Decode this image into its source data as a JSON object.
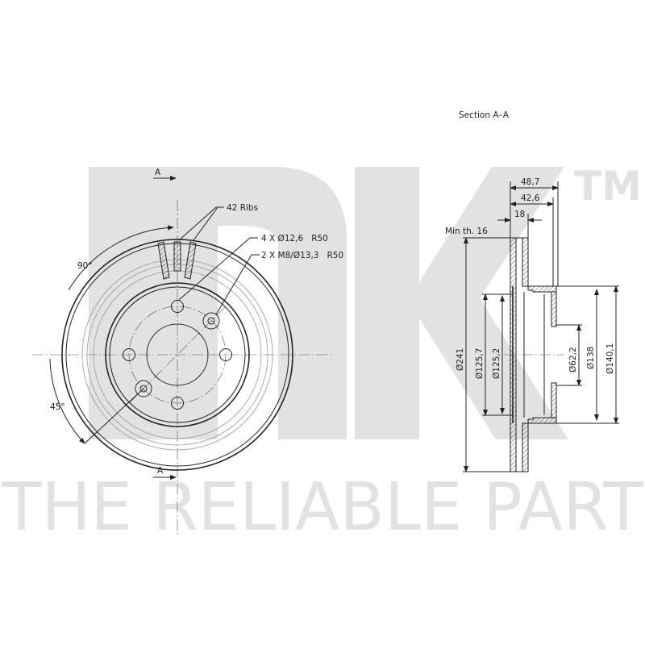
{
  "watermark": {
    "logo": "NK",
    "trademark": "TM",
    "slogan": "THE RELIABLE PART",
    "color": "#e2e2e2"
  },
  "front_view": {
    "section_marker_top": "A",
    "section_marker_bottom": "A",
    "ribs_label": "42 Ribs",
    "holes_label": "4 X Ø12,6   R50",
    "threads_label": "2 X M8/Ø13,3   R50",
    "angle_90": "90°",
    "angle_45": "45°"
  },
  "section_view": {
    "title": "Section A–A",
    "min_thickness": "Min th. 16",
    "dim_48_7": "48,7",
    "dim_42_6": "42,6",
    "dim_18": "18",
    "dia_241": "Ø241",
    "dia_125_7": "Ø125,7",
    "dia_125_2": "Ø125,2",
    "dia_62_2": "Ø62,2",
    "dia_138": "Ø138",
    "dia_140_1": "Ø140,1"
  }
}
